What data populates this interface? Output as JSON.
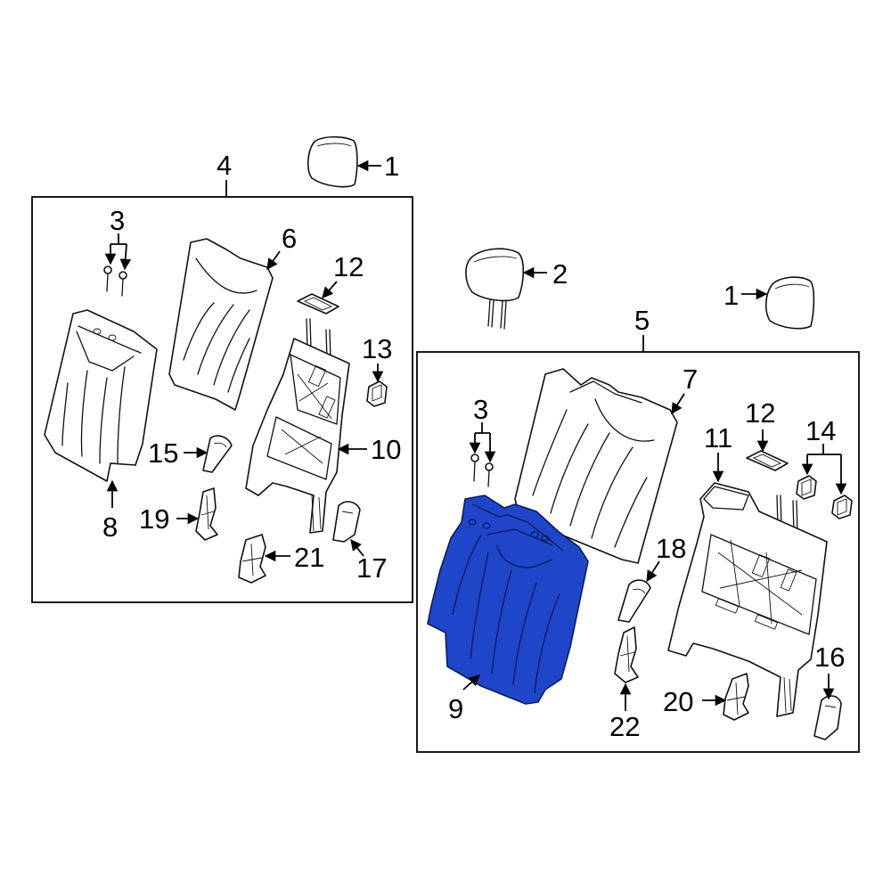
{
  "diagram": {
    "highlight_color": "#1f46c8",
    "callouts": {
      "c1a": "1",
      "c1b": "1",
      "c2": "2",
      "c3a": "3",
      "c3b": "3",
      "c4": "4",
      "c5": "5",
      "c6": "6",
      "c7": "7",
      "c8": "8",
      "c9": "9",
      "c10": "10",
      "c11": "11",
      "c12a": "12",
      "c12b": "12",
      "c13": "13",
      "c14": "14",
      "c15": "15",
      "c16": "16",
      "c17": "17",
      "c18": "18",
      "c19": "19",
      "c20": "20",
      "c21": "21",
      "c22": "22"
    }
  }
}
